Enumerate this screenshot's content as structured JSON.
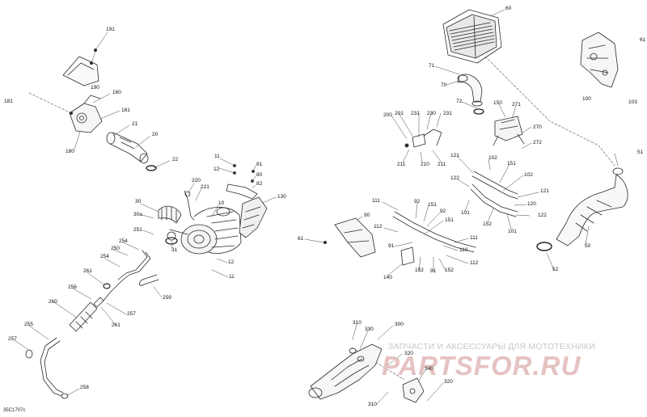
{
  "diagram": {
    "code": "35C1707c",
    "watermark": {
      "caption": "ЗАПЧАСТИ И АКСЕССУАРЫ ДЛЯ МОТОТЕХНИКИ",
      "logo": "PARTSFOR.RU"
    },
    "callouts": [
      {
        "id": "c191",
        "text": "191"
      },
      {
        "id": "c190",
        "text": "190"
      },
      {
        "id": "c181",
        "text": "181"
      },
      {
        "id": "c160",
        "text": "160"
      },
      {
        "id": "c161",
        "text": "161"
      },
      {
        "id": "c180",
        "text": "180"
      },
      {
        "id": "c21",
        "text": "21"
      },
      {
        "id": "c20",
        "text": "20"
      },
      {
        "id": "c22",
        "text": "22"
      },
      {
        "id": "c11a",
        "text": "11"
      },
      {
        "id": "c12a",
        "text": "12"
      },
      {
        "id": "c81",
        "text": "81"
      },
      {
        "id": "c80",
        "text": "80"
      },
      {
        "id": "c82",
        "text": "82"
      },
      {
        "id": "c130",
        "text": "130"
      },
      {
        "id": "c220",
        "text": "220"
      },
      {
        "id": "c221",
        "text": "221"
      },
      {
        "id": "c10",
        "text": "10"
      },
      {
        "id": "c30",
        "text": "30"
      },
      {
        "id": "c30a",
        "text": "30a"
      },
      {
        "id": "c251",
        "text": "251"
      },
      {
        "id": "c31",
        "text": "31"
      },
      {
        "id": "c12b",
        "text": "12"
      },
      {
        "id": "c11b",
        "text": "11"
      },
      {
        "id": "c254a",
        "text": "254"
      },
      {
        "id": "c250",
        "text": "250"
      },
      {
        "id": "c254b",
        "text": "254"
      },
      {
        "id": "c261a",
        "text": "261"
      },
      {
        "id": "c256",
        "text": "256"
      },
      {
        "id": "c259",
        "text": "259"
      },
      {
        "id": "c257a",
        "text": "257"
      },
      {
        "id": "c260",
        "text": "260"
      },
      {
        "id": "c261b",
        "text": "261"
      },
      {
        "id": "c255",
        "text": "255"
      },
      {
        "id": "c257b",
        "text": "257"
      },
      {
        "id": "c258",
        "text": "258"
      },
      {
        "id": "c60",
        "text": "60"
      },
      {
        "id": "c61",
        "text": "61"
      },
      {
        "id": "c71",
        "text": "71"
      },
      {
        "id": "c70",
        "text": "70"
      },
      {
        "id": "c72",
        "text": "72"
      },
      {
        "id": "c100",
        "text": "100"
      },
      {
        "id": "c103",
        "text": "103"
      },
      {
        "id": "c150",
        "text": "150"
      },
      {
        "id": "c271",
        "text": "271"
      },
      {
        "id": "c200",
        "text": "200"
      },
      {
        "id": "c201",
        "text": "201"
      },
      {
        "id": "c231a",
        "text": "231"
      },
      {
        "id": "c230",
        "text": "230"
      },
      {
        "id": "c231b",
        "text": "231"
      },
      {
        "id": "c270",
        "text": "270"
      },
      {
        "id": "c272",
        "text": "272"
      },
      {
        "id": "c211a",
        "text": "211"
      },
      {
        "id": "c210",
        "text": "210"
      },
      {
        "id": "c211b",
        "text": "211"
      },
      {
        "id": "c121a",
        "text": "121"
      },
      {
        "id": "c102a",
        "text": "102"
      },
      {
        "id": "c151a",
        "text": "151"
      },
      {
        "id": "c102b",
        "text": "102"
      },
      {
        "id": "c122a",
        "text": "122"
      },
      {
        "id": "c121b",
        "text": "121"
      },
      {
        "id": "c120",
        "text": "120"
      },
      {
        "id": "c122b",
        "text": "122"
      },
      {
        "id": "c101a",
        "text": "101"
      },
      {
        "id": "c152a",
        "text": "152"
      },
      {
        "id": "c101b",
        "text": "101"
      },
      {
        "id": "c51",
        "text": "51"
      },
      {
        "id": "c111a",
        "text": "111"
      },
      {
        "id": "c92a",
        "text": "92"
      },
      {
        "id": "c151b",
        "text": "151"
      },
      {
        "id": "c92b",
        "text": "92"
      },
      {
        "id": "c151c",
        "text": "151"
      },
      {
        "id": "c90",
        "text": "90"
      },
      {
        "id": "c112a",
        "text": "112"
      },
      {
        "id": "c61b",
        "text": "61"
      },
      {
        "id": "c91a",
        "text": "91"
      },
      {
        "id": "c111b",
        "text": "111"
      },
      {
        "id": "c110",
        "text": "110"
      },
      {
        "id": "c112b",
        "text": "112"
      },
      {
        "id": "c140",
        "text": "140"
      },
      {
        "id": "c152b",
        "text": "152"
      },
      {
        "id": "c91b",
        "text": "91"
      },
      {
        "id": "c152c",
        "text": "152"
      },
      {
        "id": "c50",
        "text": "50"
      },
      {
        "id": "c52",
        "text": "52"
      },
      {
        "id": "c310a",
        "text": "310"
      },
      {
        "id": "c330",
        "text": "330"
      },
      {
        "id": "c300",
        "text": "300"
      },
      {
        "id": "c320a",
        "text": "320"
      },
      {
        "id": "c340",
        "text": "340"
      },
      {
        "id": "c320b",
        "text": "320"
      },
      {
        "id": "c310b",
        "text": "310"
      }
    ]
  }
}
